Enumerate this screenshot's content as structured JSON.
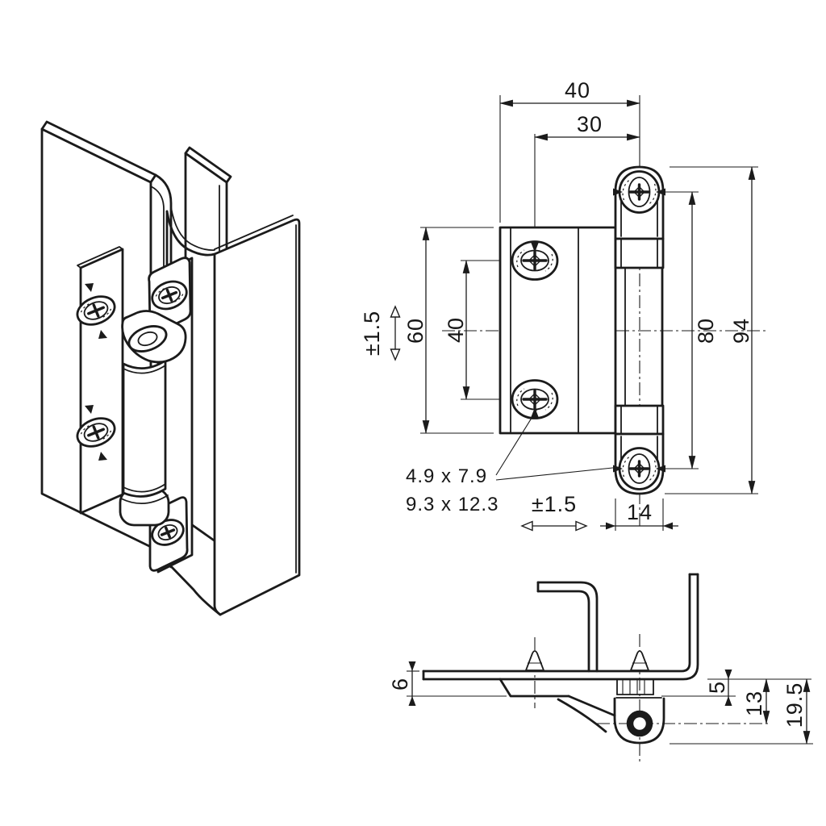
{
  "drawing": {
    "front_view": {
      "dims": {
        "top_width": "40",
        "top_hole_offset": "30",
        "plate_height": "60",
        "hole_spacing": "40",
        "vertical_tolerance": "±1.5",
        "screw_spacing": "80",
        "overall_height": "94",
        "strip_width": "14",
        "horizontal_tolerance": "±1.5"
      },
      "hole_notes": {
        "slot_small": "4.9 x 7.9",
        "slot_large": "9.3 x 12.3"
      }
    },
    "side_view": {
      "dims": {
        "flange_offset": "6",
        "leaf_plate_height": "5",
        "pin_axis_depth": "13",
        "overall_depth": "19.5"
      }
    },
    "colors": {
      "line": "#1b1b1b",
      "background": "#ffffff"
    }
  }
}
